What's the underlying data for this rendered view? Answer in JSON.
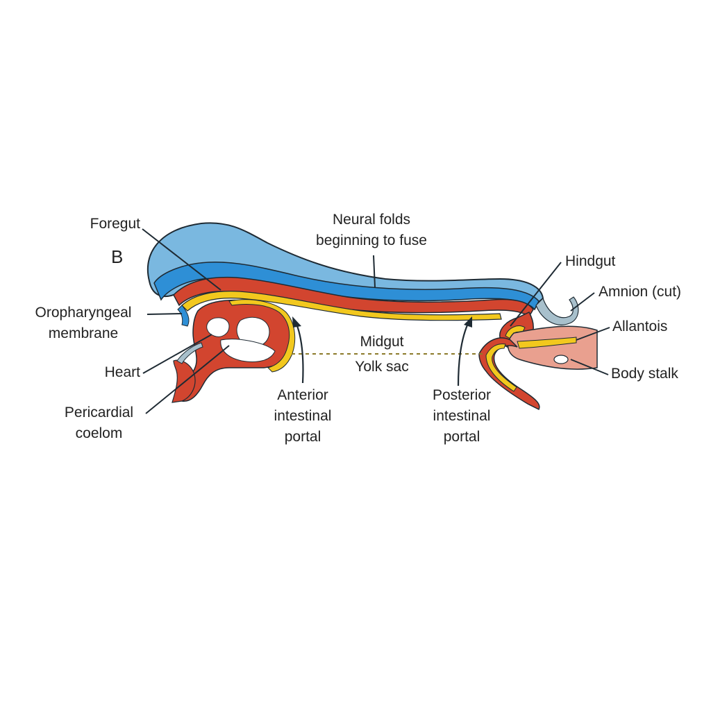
{
  "figure_letter": "B",
  "labels": {
    "foregut": "Foregut",
    "neural_folds": [
      "Neural folds",
      "beginning to fuse"
    ],
    "hindgut": "Hindgut",
    "amnion": "Amnion (cut)",
    "allantois": "Allantois",
    "body_stalk": "Body stalk",
    "oropharyngeal": [
      "Oropharyngeal",
      "membrane"
    ],
    "heart": "Heart",
    "pericardial": [
      "Pericardial",
      "coelom"
    ],
    "midgut": "Midgut",
    "yolk_sac": "Yolk sac",
    "anterior_portal": [
      "Anterior",
      "intestinal",
      "portal"
    ],
    "posterior_portal": [
      "Posterior",
      "intestinal",
      "portal"
    ]
  },
  "colors": {
    "ectoderm_light": "#7ab8e0",
    "ectoderm_dark": "#2e8fd6",
    "mesoderm": "#d2452f",
    "endoderm": "#f2c81e",
    "body_stalk": "#e9a08f",
    "outline": "#1e2a33",
    "amnion": "#a8c0cc"
  }
}
